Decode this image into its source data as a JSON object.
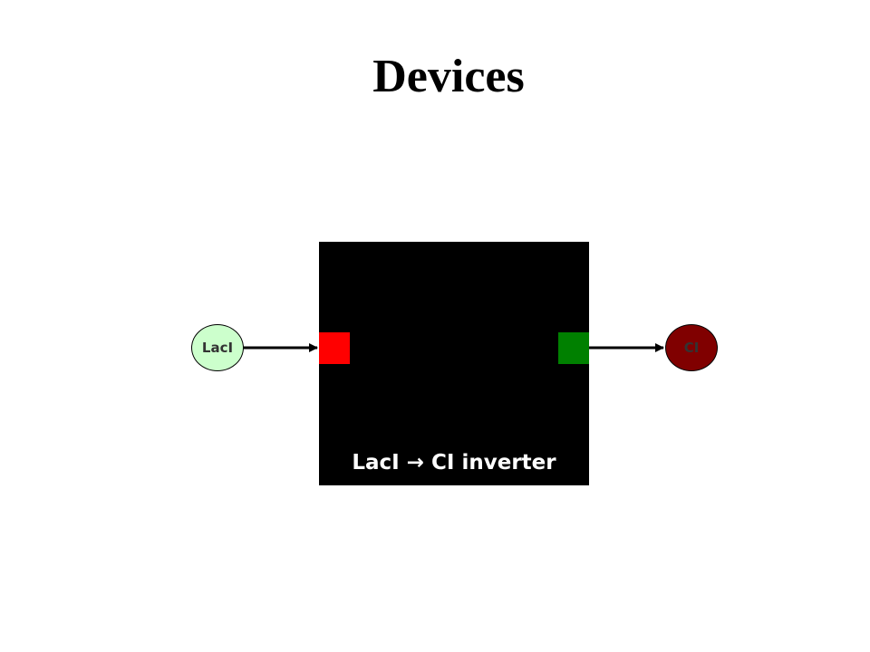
{
  "title": "Devices",
  "device": {
    "label": "LacI → CI inverter",
    "box_color": "#000000",
    "label_color": "#ffffff",
    "input_port_color": "#ff0000",
    "output_port_color": "#008000"
  },
  "input_signal": {
    "label": "LacI",
    "fill": "#ccffcc",
    "text_color": "#333333"
  },
  "output_signal": {
    "label": "CI",
    "fill": "#800000",
    "text_color": "#333333"
  }
}
